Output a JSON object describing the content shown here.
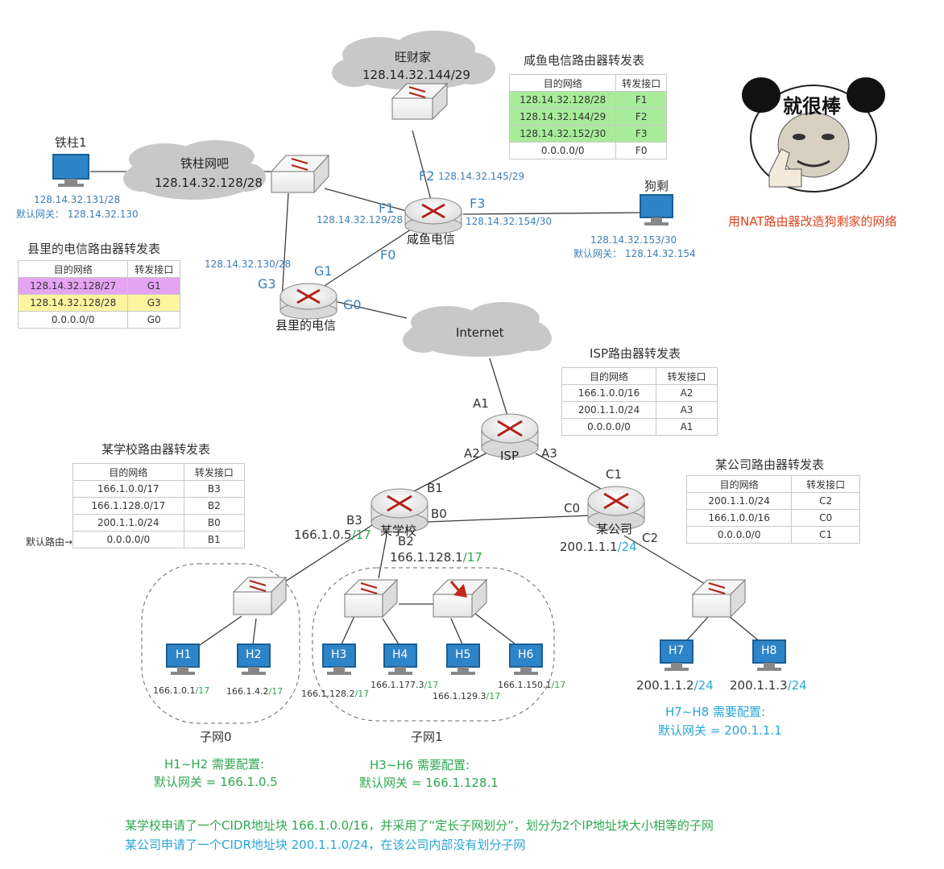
{
  "clouds": {
    "wangcaijia": {
      "name": "旺财家",
      "net": "128.14.32.144/29"
    },
    "tiezhu": {
      "name": "铁柱网吧",
      "net": "128.14.32.128/28"
    },
    "internet": {
      "name": "Internet"
    }
  },
  "routers": {
    "xianyu": "咸鱼电信",
    "xianli": "县里的电信",
    "isp": "ISP",
    "school": "某学校",
    "company": "某公司"
  },
  "interfaces": {
    "xianyu_f1": "F1",
    "xianyu_f2": "F2",
    "xianyu_f3": "F3",
    "xianyu_f0": "F0",
    "xianli_g1": "G1",
    "xianli_g3": "G3",
    "xianli_g0": "G0",
    "isp_a1": "A1",
    "isp_a2": "A2",
    "isp_a3": "A3",
    "school_b1": "B1",
    "school_b0": "B0",
    "school_b3": "B3",
    "school_b2": "B2",
    "company_c1": "C1",
    "company_c0": "C0",
    "company_c2": "C2"
  },
  "ips": {
    "f2_ip": "128.14.32.145/29",
    "f1_ip": "128.14.32.129/28",
    "f3_ip": "128.14.32.154/30",
    "g3_ip": "128.14.32.130/28",
    "tiezhu1_ip": "128.14.32.131/28",
    "tiezhu1_gw": "默认网关：  128.14.32.130",
    "goushen_ip": "128.14.32.153/30",
    "goushen_gw": "默认网关：  128.14.32.154",
    "b3_ip": "166.1.0.5",
    "b3_mask": "/17",
    "b2_ip": "166.1.128.1",
    "b2_mask": "/17",
    "c2_ip": "200.1.1.1",
    "c2_mask": "/24"
  },
  "hosts": {
    "tiezhu1": "铁柱1",
    "goushen": "狗剩",
    "h1": {
      "label": "H1",
      "ip": "166.1.0.1",
      "mask": "/17"
    },
    "h2": {
      "label": "H2",
      "ip": "166.1.4.2",
      "mask": "/17"
    },
    "h3": {
      "label": "H3",
      "ip": "166.1.128.2",
      "mask": "/17"
    },
    "h4": {
      "label": "H4",
      "ip": "166.1.177.3",
      "mask": "/17"
    },
    "h5": {
      "label": "H5",
      "ip": "166.1.129.3",
      "mask": "/17"
    },
    "h6": {
      "label": "H6",
      "ip": "166.1.150.1",
      "mask": "/17"
    },
    "h7": {
      "label": "H7",
      "ip": "200.1.1.2",
      "mask": "/24"
    },
    "h8": {
      "label": "H8",
      "ip": "200.1.1.3",
      "mask": "/24"
    }
  },
  "tables": {
    "xianyu": {
      "title": "咸鱼电信路由器转发表",
      "headers": [
        "目的网络",
        "转发接口"
      ],
      "rows": [
        [
          "128.14.32.128/28",
          "F1"
        ],
        [
          "128.14.32.144/29",
          "F2"
        ],
        [
          "128.14.32.152/30",
          "F3"
        ],
        [
          "0.0.0.0/0",
          "F0"
        ]
      ]
    },
    "xianli": {
      "title": "县里的电信路由器转发表",
      "headers": [
        "目的网络",
        "转发接口"
      ],
      "rows": [
        [
          "128.14.32.128/27",
          "G1"
        ],
        [
          "128.14.32.128/28",
          "G3"
        ],
        [
          "0.0.0.0/0",
          "G0"
        ]
      ]
    },
    "isp": {
      "title": "ISP路由器转发表",
      "headers": [
        "目的网络",
        "转发接口"
      ],
      "rows": [
        [
          "166.1.0.0/16",
          "A2"
        ],
        [
          "200.1.1.0/24",
          "A3"
        ],
        [
          "0.0.0.0/0",
          "A1"
        ]
      ]
    },
    "school": {
      "title": "某学校路由器转发表",
      "headers": [
        "目的网络",
        "转发接口"
      ],
      "rows": [
        [
          "166.1.0.0/17",
          "B3"
        ],
        [
          "166.1.128.0/17",
          "B2"
        ],
        [
          "200.1.1.0/24",
          "B0"
        ],
        [
          "0.0.0.0/0",
          "B1"
        ]
      ],
      "default_note": "默认路由→"
    },
    "company": {
      "title": "某公司路由器转发表",
      "headers": [
        "目的网络",
        "转发接口"
      ],
      "rows": [
        [
          "200.1.1.0/24",
          "C2"
        ],
        [
          "166.1.0.0/16",
          "C0"
        ],
        [
          "0.0.0.0/0",
          "C1"
        ]
      ]
    }
  },
  "subnets": {
    "subnet0": "子网0",
    "subnet1": "子网1",
    "h1h2_config": "H1~H2 需要配置:",
    "h1h2_gw": "默认网关 = 166.1.0.5",
    "h3h6_config": "H3~H6 需要配置:",
    "h3h6_gw": "默认网关 = 166.1.128.1",
    "h7h8_config": "H7~H8 需要配置:",
    "h7h8_gw": "默认网关 = 200.1.1.1"
  },
  "notes": {
    "meme": "就很棒",
    "nat": "用NAT路由器改造狗剩家的网络",
    "school_cidr": "某学校申请了一个CIDR地址块 166.1.0.0/16，并采用了“定长子网划分”，划分为2个IP地址块大小相等的子网",
    "company_cidr": "某公司申请了一个CIDR地址块 200.1.1.0/24，在该公司内部没有划分子网"
  },
  "colors": {
    "line": "#3c3c3c",
    "cloud": "#c8c8c8",
    "label_blue": "#3a7fb8",
    "green": "#2fa84f",
    "cyan": "#2aa6d6",
    "red": "#e0431e",
    "table_green": "#a8ec9a",
    "table_pink": "#e4a4f2",
    "table_yellow": "#fdf4a0",
    "router_arrow": "#b3241a",
    "host_blue": "#2e84c8"
  }
}
